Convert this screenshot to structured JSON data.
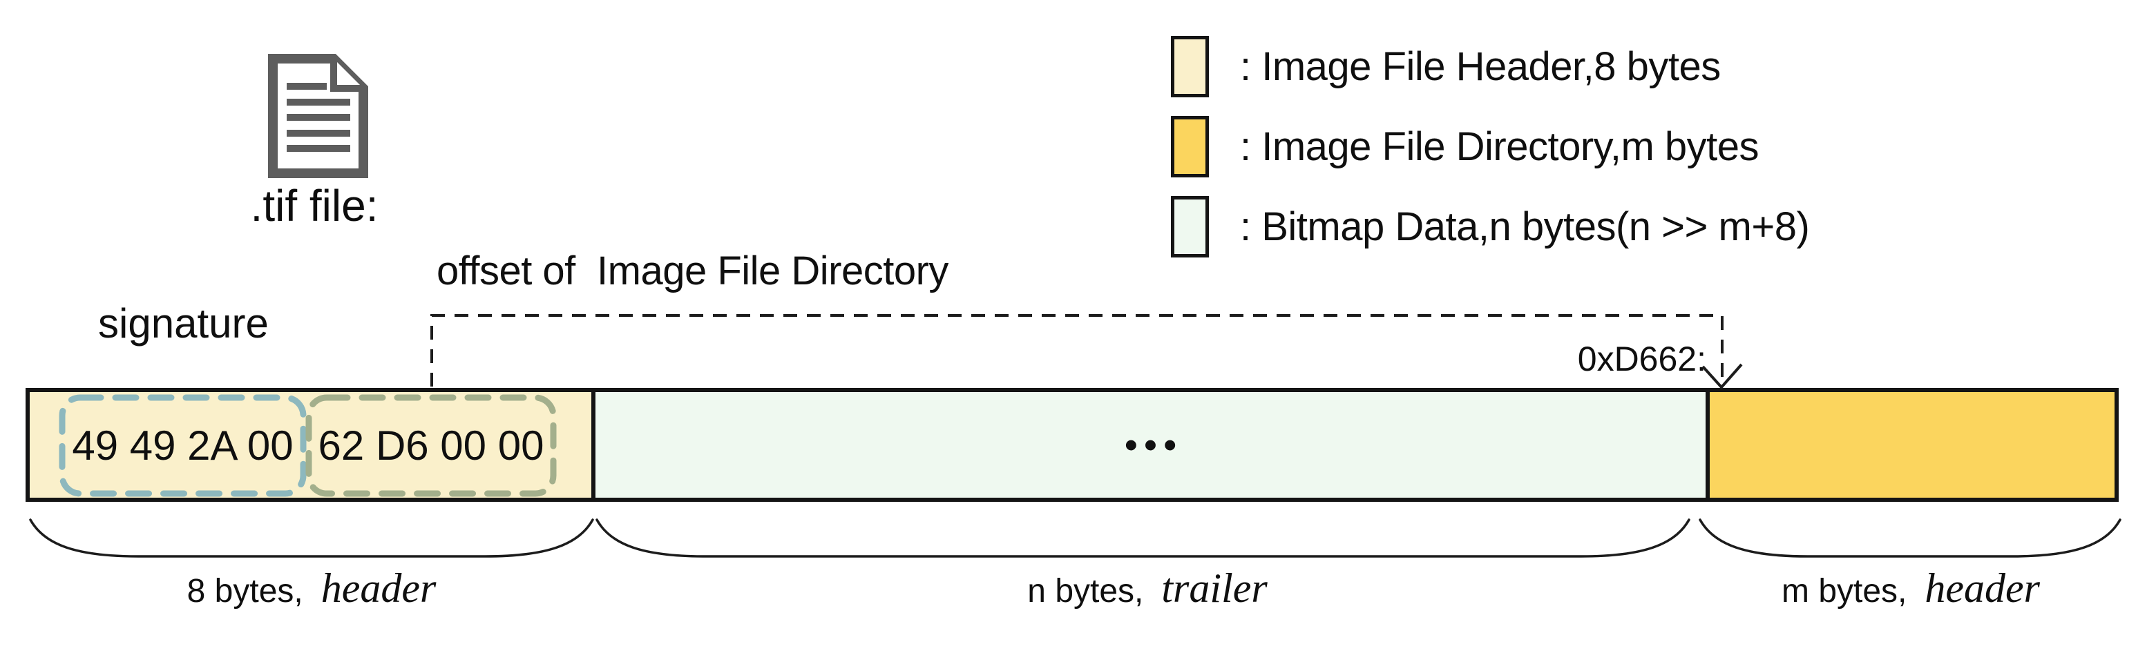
{
  "file_label": ".tif file:",
  "labels": {
    "signature": "signature",
    "offset_pointer": "offset of  Image File Directory",
    "ifd_offset_value": "0xD662:"
  },
  "legend": {
    "items": [
      {
        "label": ": Image File Header,8 bytes",
        "color": "#FAF0CB"
      },
      {
        "label": ": Image File Directory,m bytes",
        "color": "#FBD55E"
      },
      {
        "label": ": Bitmap Data,n bytes(n >> m+8)",
        "color": "#EFF9F0"
      }
    ]
  },
  "bar": {
    "header_section": {
      "color": "#FAF0CB",
      "signature_bytes": "49 49 2A 00",
      "signature_box_color": "#8DB8BE",
      "offset_bytes": "62 D6 00 00",
      "offset_box_color": "#A3AF8C"
    },
    "bitmap_section": {
      "color": "#EFF9F0",
      "ellipsis_dots": "•••"
    },
    "ifd_section": {
      "color": "#FBD55E"
    }
  },
  "braces": [
    {
      "size": "8 bytes,",
      "label": "header"
    },
    {
      "size": "n bytes,",
      "label": "trailer"
    },
    {
      "size": "m bytes,",
      "label": "header"
    }
  ]
}
